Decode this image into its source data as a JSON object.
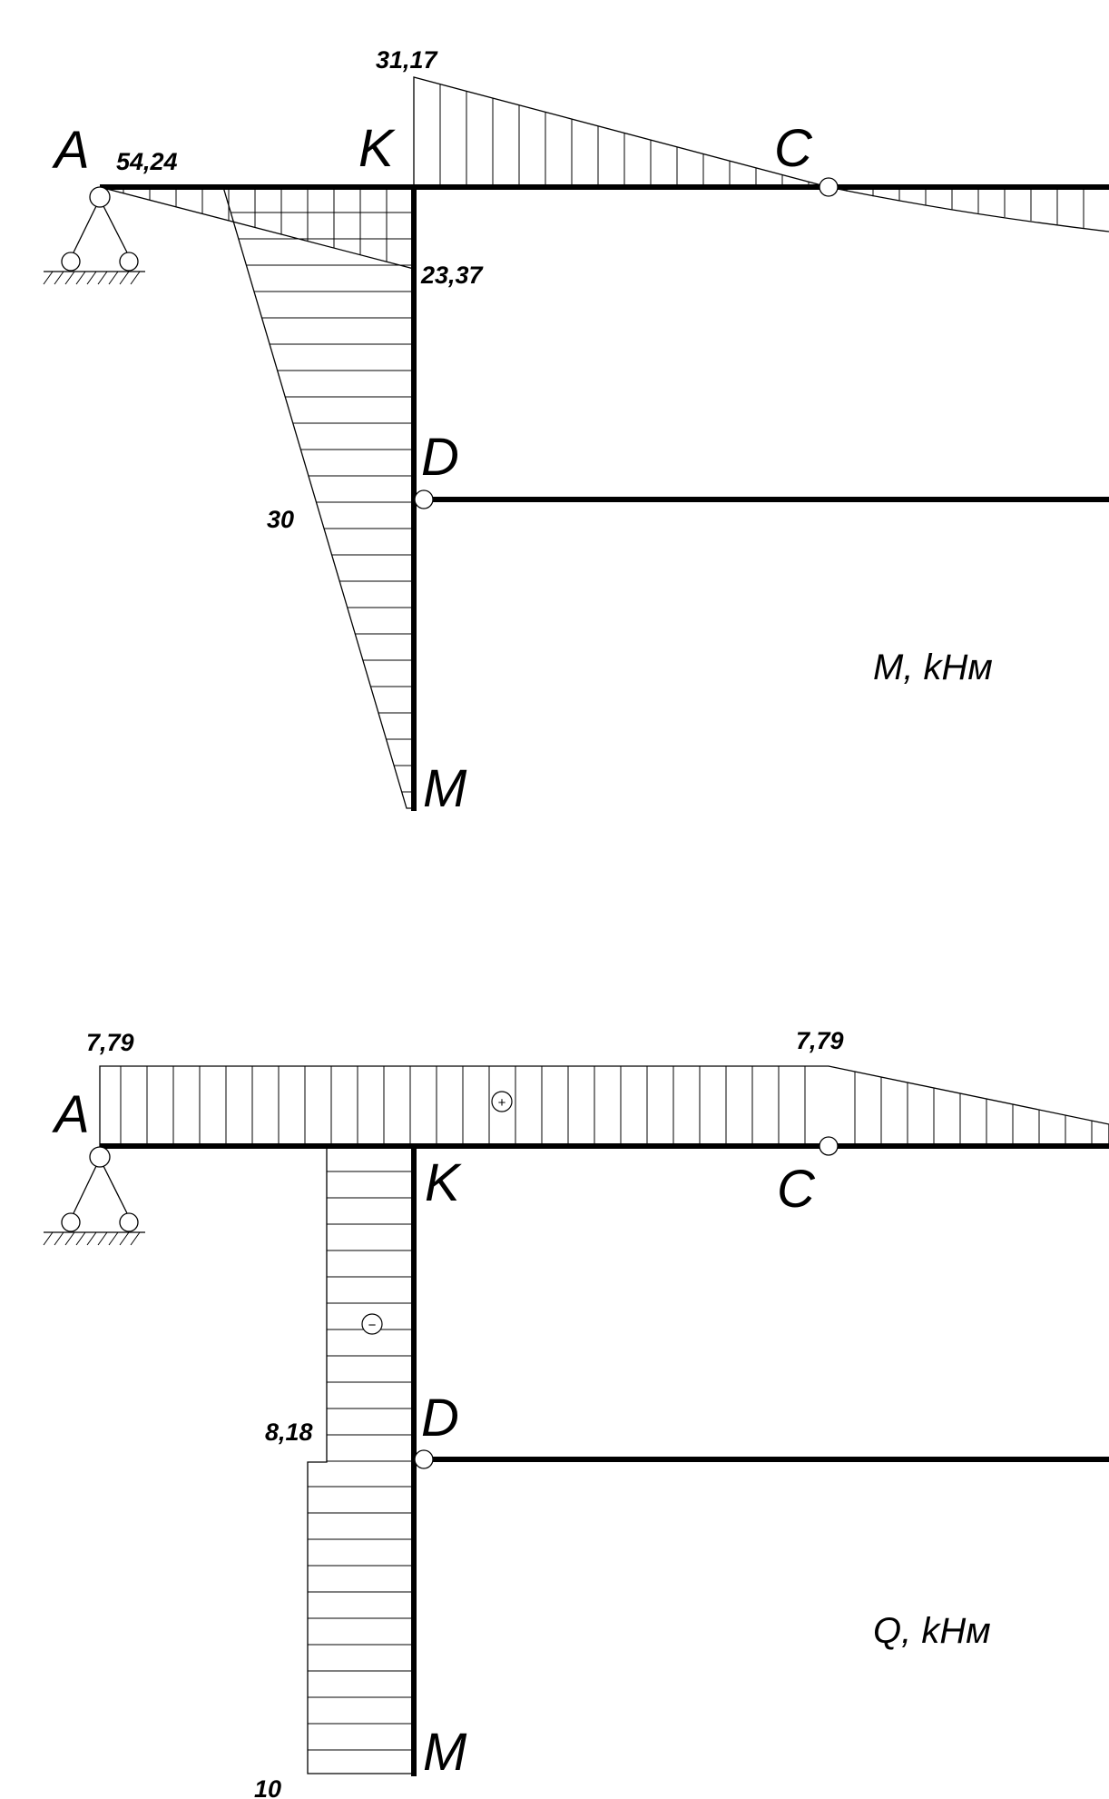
{
  "moment_diagram": {
    "title": "M, kНм",
    "nodes": {
      "A": "A",
      "K": "K",
      "C": "C",
      "D": "D",
      "M": "M"
    },
    "values": {
      "k_top": "31,17",
      "a_span": "54,24",
      "k_bottom": "23,37",
      "column": "30"
    }
  },
  "shear_diagram": {
    "title": "Q, kНм",
    "nodes": {
      "A": "A",
      "K": "K",
      "C": "C",
      "D": "D",
      "M": "M"
    },
    "values": {
      "a_top": "7,79",
      "c_top": "7,79",
      "d_left": "8,18",
      "m_bottom": "10"
    },
    "signs": {
      "beam": "+",
      "column": "−"
    }
  }
}
